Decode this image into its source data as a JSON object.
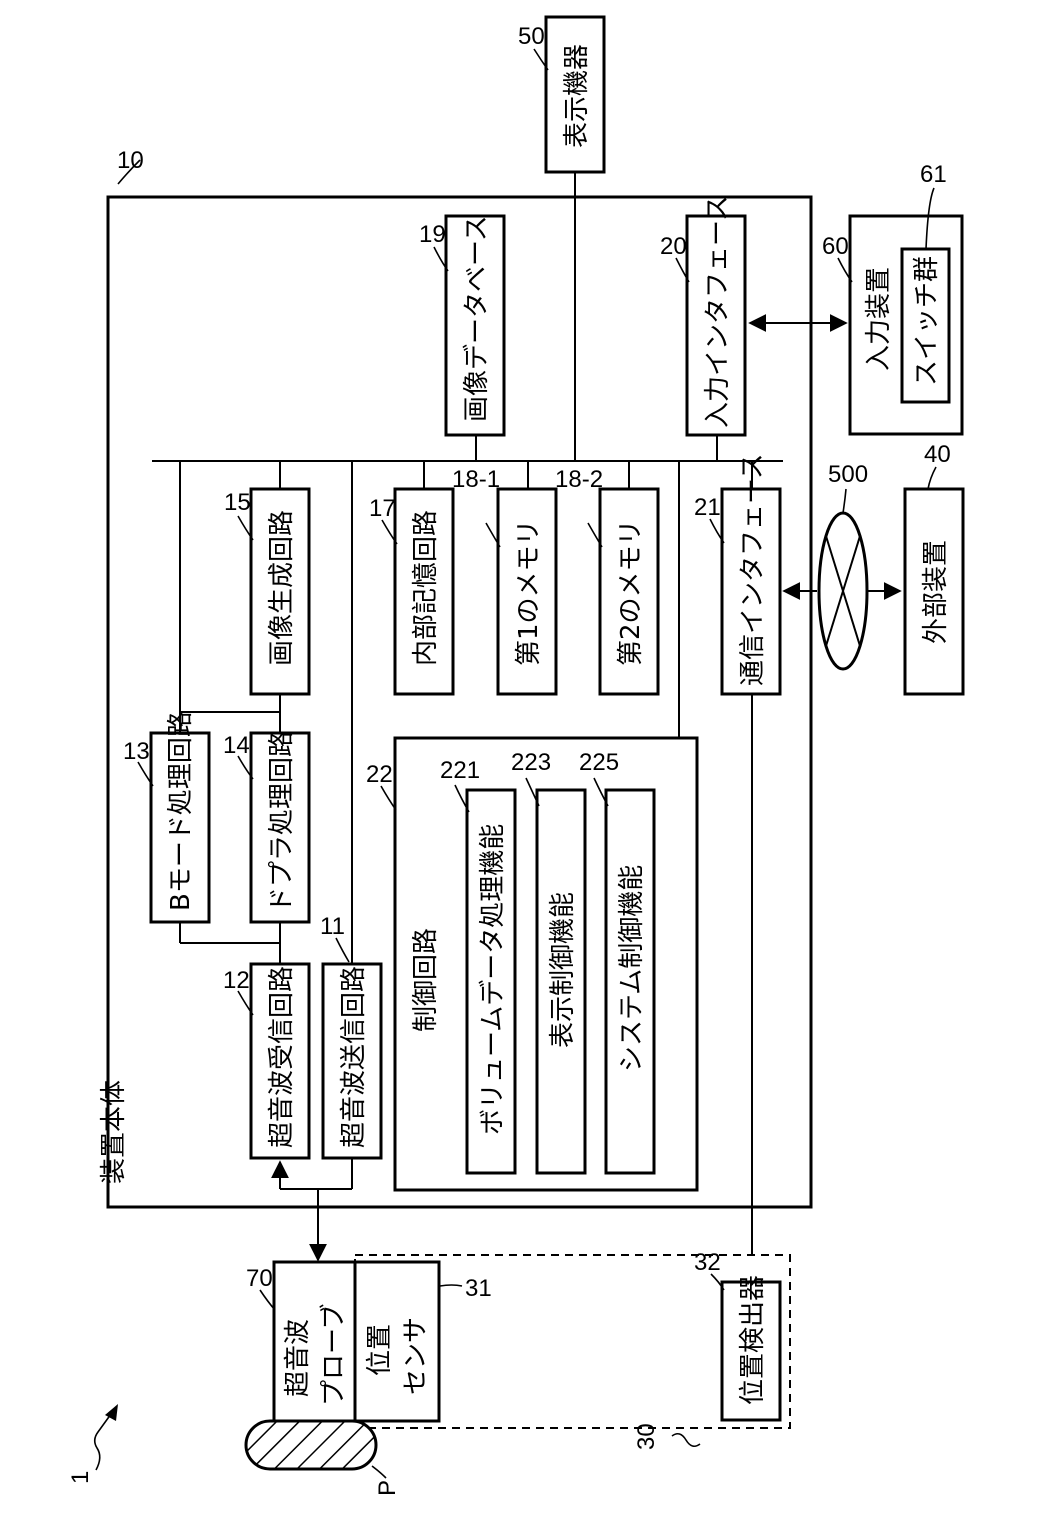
{
  "figure_ref": "1",
  "main_body": {
    "ref": "10",
    "label": "装置本体"
  },
  "blocks": {
    "b11": {
      "ref": "11",
      "label": "超音波送信回路"
    },
    "b12": {
      "ref": "12",
      "label": "超音波受信回路"
    },
    "b13": {
      "ref": "13",
      "label": "Bモード処理回路"
    },
    "b14": {
      "ref": "14",
      "label": "ドプラ処理回路"
    },
    "b15": {
      "ref": "15",
      "label": "画像生成回路"
    },
    "b17": {
      "ref": "17",
      "label": "内部記憶回路"
    },
    "b18_1": {
      "ref": "18-1",
      "label": "第1のメモリ"
    },
    "b18_2": {
      "ref": "18-2",
      "label": "第2のメモリ"
    },
    "b19": {
      "ref": "19",
      "label": "画像データベース"
    },
    "b20": {
      "ref": "20",
      "label": "入力インタフェース"
    },
    "b21": {
      "ref": "21",
      "label": "通信インタフェース"
    },
    "b22": {
      "ref": "22",
      "label": "制御回路"
    },
    "b221": {
      "ref": "221",
      "label": "ボリュームデータ処理機能"
    },
    "b223": {
      "ref": "223",
      "label": "表示制御機能"
    },
    "b225": {
      "ref": "225",
      "label": "システム制御機能"
    }
  },
  "external": {
    "display": {
      "ref": "50",
      "label": "表示機器"
    },
    "input": {
      "ref": "60",
      "label": "入力装置"
    },
    "switch": {
      "ref": "61",
      "label": "スイッチ群"
    },
    "ext_device": {
      "ref": "40",
      "label": "外部装置"
    },
    "network": {
      "ref": "500"
    }
  },
  "probe": {
    "ref": "70",
    "line1": "超音波",
    "line2": "プローブ"
  },
  "sensor": {
    "ref": "31",
    "line1": "位置",
    "line2": "センサ"
  },
  "detector": {
    "ref": "32",
    "label": "位置検出器"
  },
  "position_system": {
    "ref": "30"
  },
  "patient": {
    "ref": "P"
  }
}
